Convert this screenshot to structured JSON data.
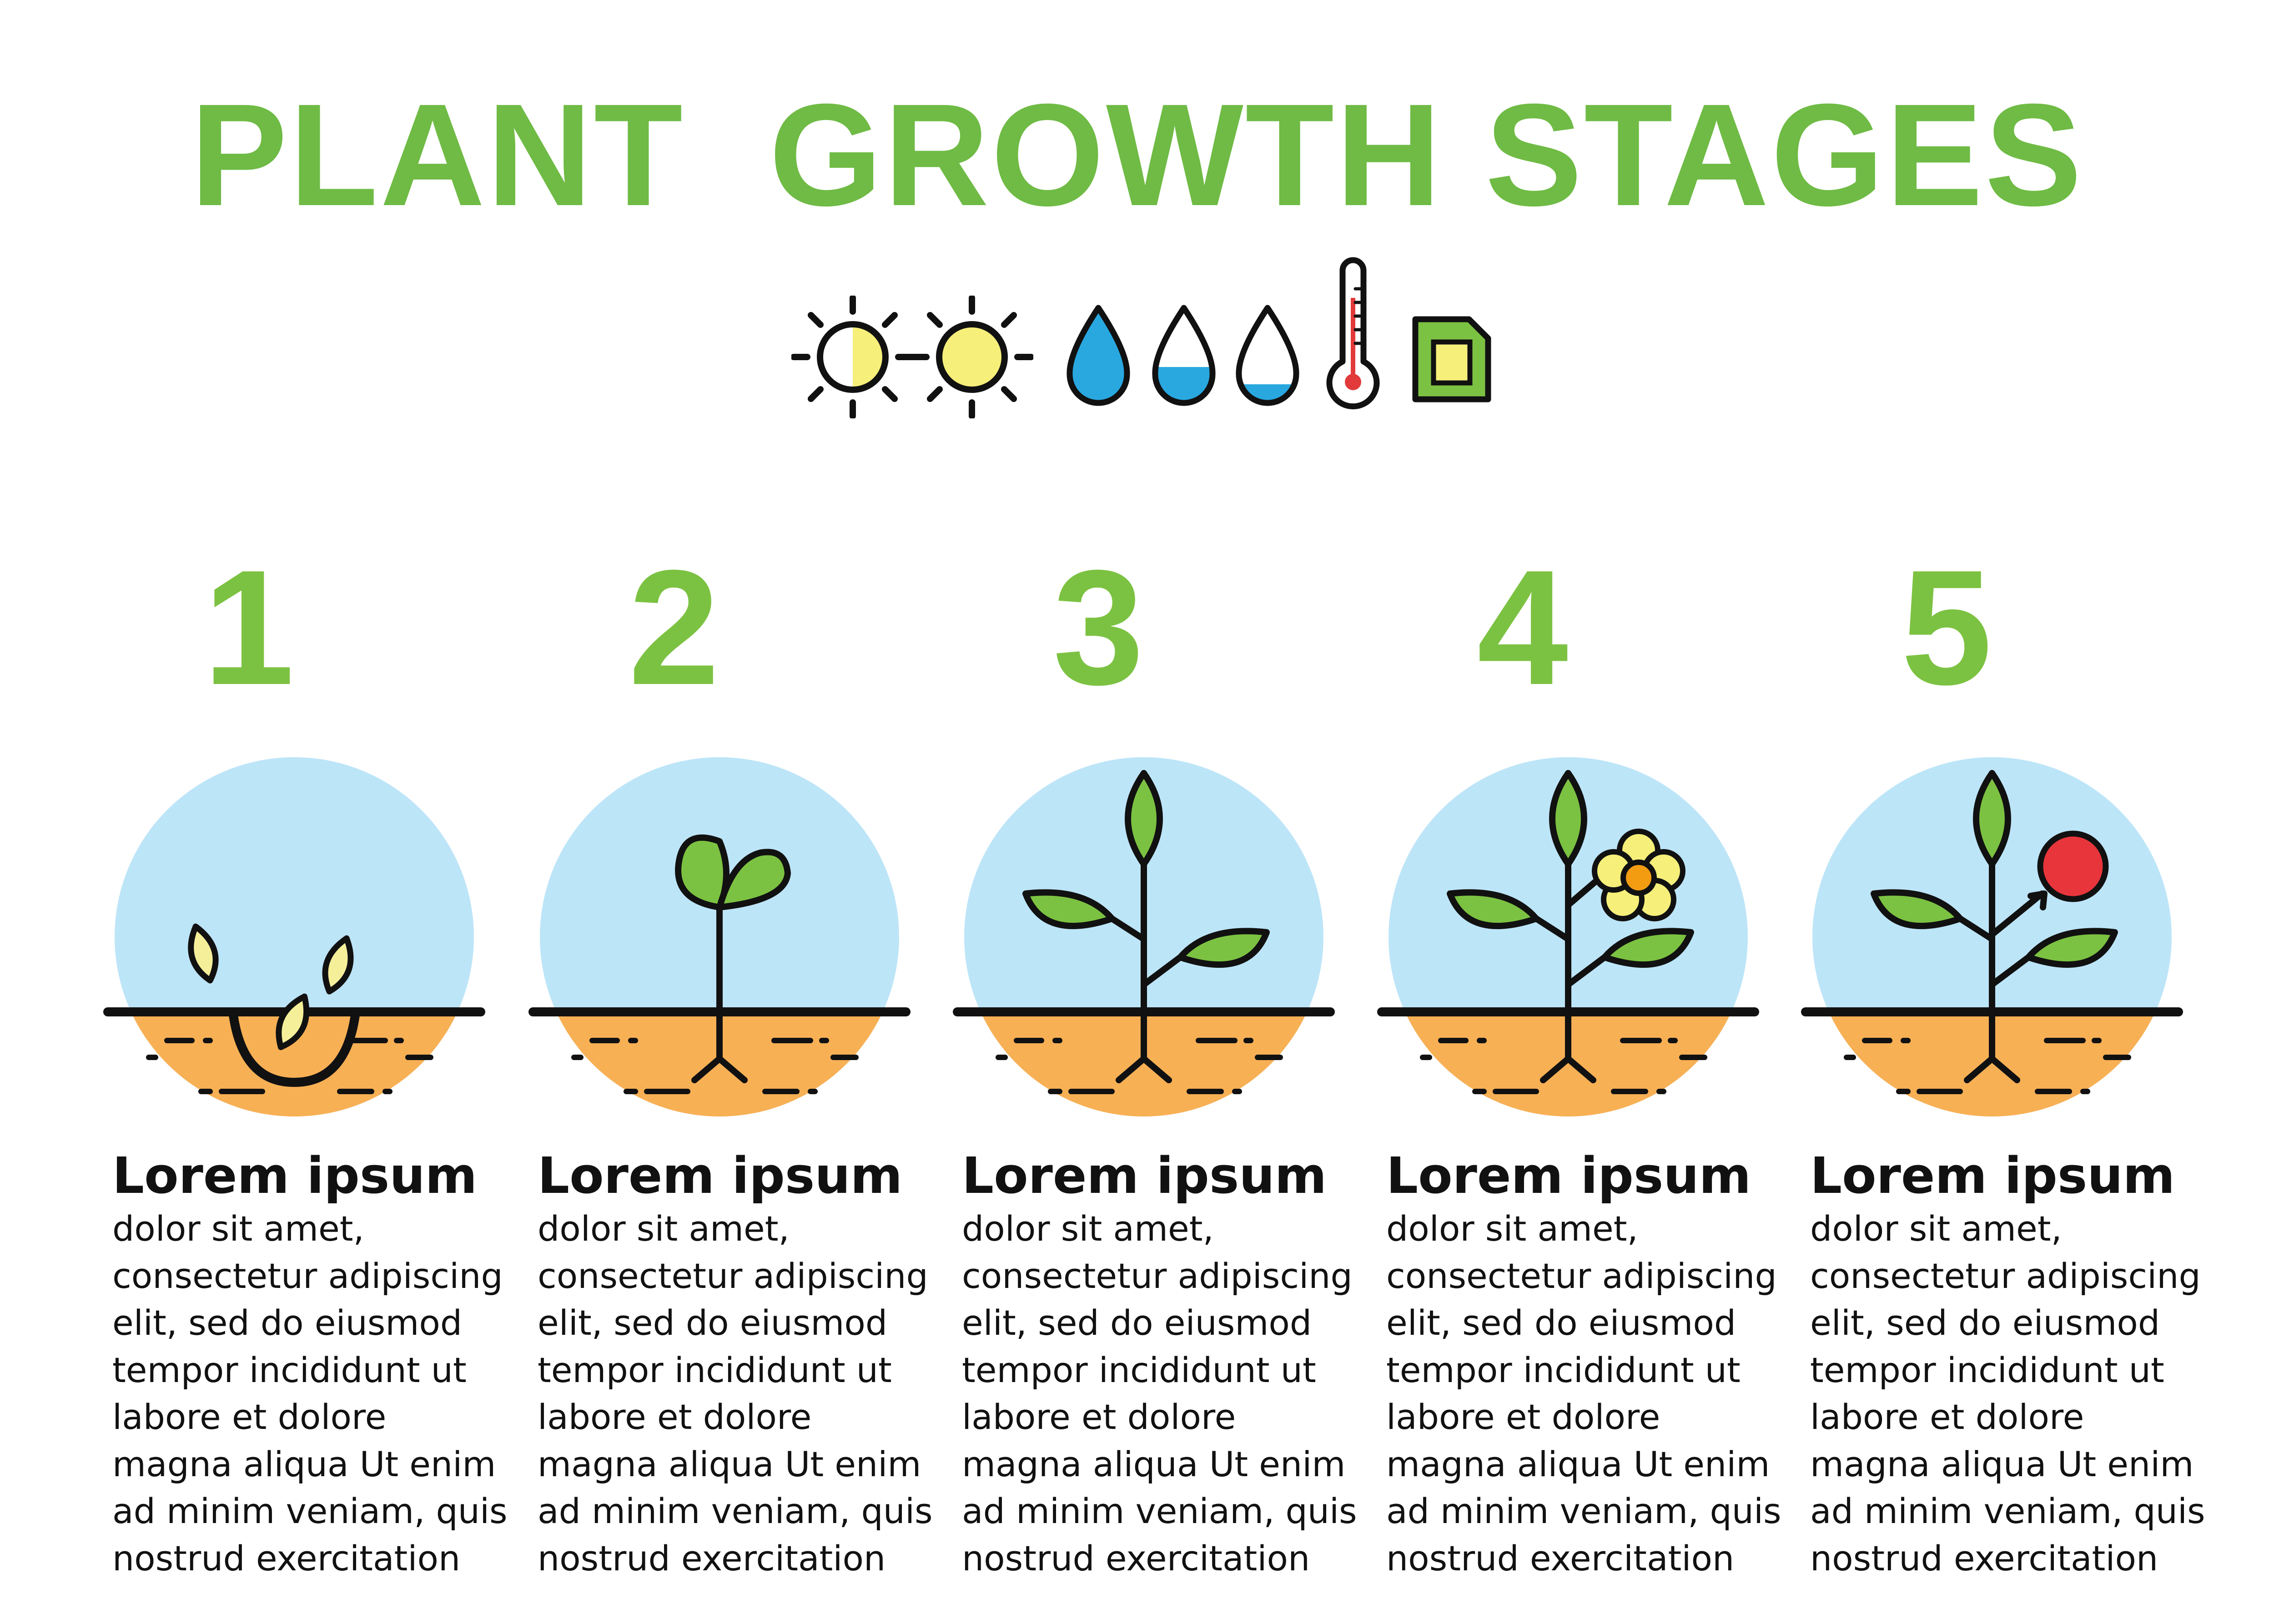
{
  "title": "PLANT  GROWTH STAGES",
  "colors": {
    "title_green": "#6fbb45",
    "sky": "#bde5f8",
    "soil": "#f8b055",
    "leaf": "#7cc242",
    "sun": "#f6ef7a",
    "water": "#29a8e0",
    "thermometer_red": "#e23a3a",
    "flower": "#f6ef7a",
    "flower_center": "#f39c12",
    "fruit": "#e8353b",
    "seed": "#f6ef9a"
  },
  "conditions_icons": [
    "half-sun-icon",
    "full-sun-icon",
    "water-drop-full-icon",
    "water-drop-half-icon",
    "water-drop-low-icon",
    "thermometer-icon",
    "soil-card-icon"
  ],
  "stages": [
    {
      "number": "1",
      "heading": "Lorem ipsum",
      "icon": "seeds-icon",
      "lines": [
        "dolor sit amet,",
        "consectetur adipiscing",
        "elit, sed do eiusmod",
        "tempor incididunt ut",
        "labore et dolore",
        "magna aliqua Ut enim",
        "ad minim veniam, quis",
        "nostrud exercitation"
      ]
    },
    {
      "number": "2",
      "heading": "Lorem ipsum",
      "icon": "sprout-icon",
      "lines": [
        "dolor sit amet,",
        "consectetur adipiscing",
        "elit, sed do eiusmod",
        "tempor incididunt ut",
        "labore et dolore",
        "magna aliqua Ut enim",
        "ad minim veniam, quis",
        "nostrud exercitation"
      ]
    },
    {
      "number": "3",
      "heading": "Lorem ipsum",
      "icon": "young-plant-icon",
      "lines": [
        "dolor sit amet,",
        "consectetur adipiscing",
        "elit, sed do eiusmod",
        "tempor incididunt ut",
        "labore et dolore",
        "magna aliqua Ut enim",
        "ad minim veniam, quis",
        "nostrud exercitation"
      ]
    },
    {
      "number": "4",
      "heading": "Lorem ipsum",
      "icon": "flowering-plant-icon",
      "lines": [
        "dolor sit amet,",
        "consectetur adipiscing",
        "elit, sed do eiusmod",
        "tempor incididunt ut",
        "labore et dolore",
        "magna aliqua Ut enim",
        "ad minim veniam, quis",
        "nostrud exercitation"
      ]
    },
    {
      "number": "5",
      "heading": "Lorem ipsum",
      "icon": "fruiting-plant-icon",
      "lines": [
        "dolor sit amet,",
        "consectetur adipiscing",
        "elit, sed do eiusmod",
        "tempor incididunt ut",
        "labore et dolore",
        "magna aliqua Ut enim",
        "ad minim veniam, quis",
        "nostrud exercitation"
      ]
    }
  ]
}
